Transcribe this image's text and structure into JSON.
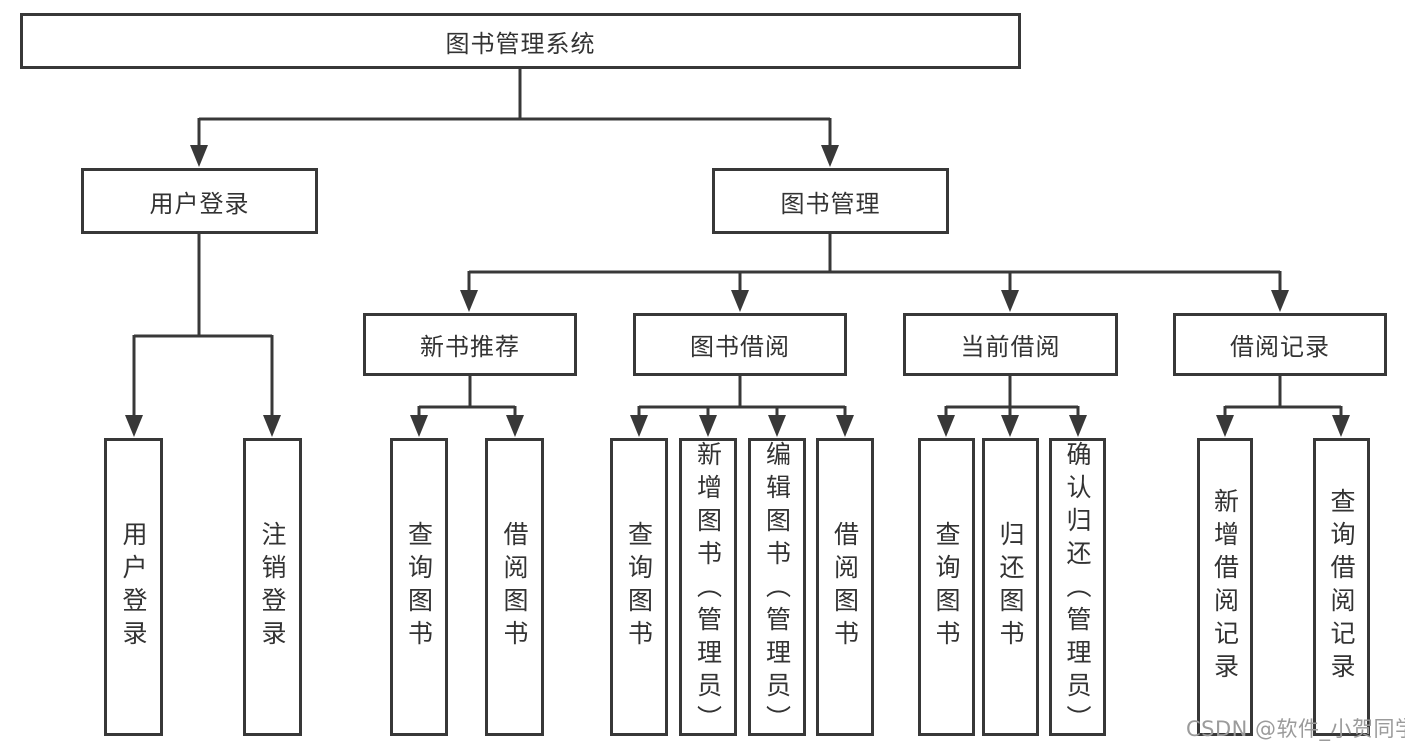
{
  "nodes": {
    "root": "图书管理系统",
    "level2": [
      "用户登录",
      "图书管理"
    ],
    "level3": [
      "新书推荐",
      "图书借阅",
      "当前借阅",
      "借阅记录"
    ],
    "leaves_user_login": [
      "用户登录",
      "注销登录"
    ],
    "leaves_new_book": [
      "查询图书",
      "借阅图书"
    ],
    "leaves_book_borrowing": [
      "查询图书",
      "新增图书（管理员）",
      "编辑图书（管理员）",
      "借阅图书"
    ],
    "leaves_current_borrowing": [
      "查询图书",
      "归还图书",
      "确认归还（管理员）"
    ],
    "leaves_borrow_records": [
      "新增借阅记录",
      "查询借阅记录"
    ]
  },
  "watermark": "CSDN @软件_小贺同学",
  "colors": {
    "line": "#383838",
    "text": "#333333",
    "watermark": "#9b9b9b",
    "background": "#ffffff"
  }
}
